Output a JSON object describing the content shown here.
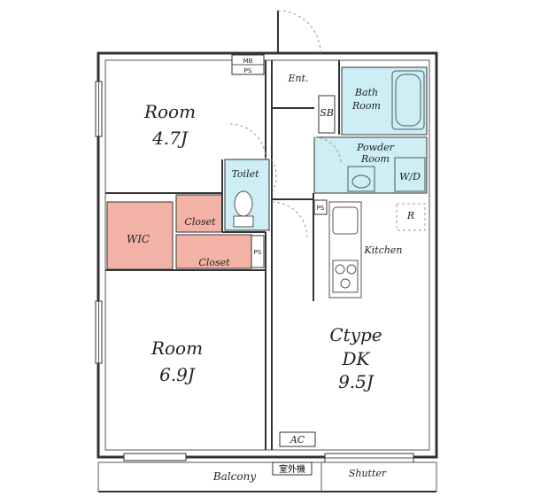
{
  "plan": {
    "rooms": {
      "room1_name": "Room",
      "room1_size": "4.7J",
      "room2_name": "Room",
      "room2_size": "6.9J",
      "dk_type": "Ctype",
      "dk_name": "DK",
      "dk_size": "9.5J",
      "wic": "WIC",
      "closet1": "Closet",
      "closet2": "Closet",
      "toilet": "Toilet",
      "bath_line1": "Bath",
      "bath_line2": "Room",
      "powder_line1": "Powder",
      "powder_line2": "Room",
      "wd": "W/D",
      "entrance": "Ent.",
      "sb": "SB",
      "kitchen": "Kitchen",
      "fridge": "R",
      "balcony": "Balcony",
      "outdoor_unit": "室外機",
      "shutter": "Shutter",
      "ac": "AC",
      "mb": "MB",
      "ps_top": "PS",
      "ps_mid": "PS",
      "ps_kitchen": "PS"
    },
    "colors": {
      "wet_area": "#cdeef5",
      "closet": "#f2b3a6",
      "wall": "#333333"
    }
  }
}
